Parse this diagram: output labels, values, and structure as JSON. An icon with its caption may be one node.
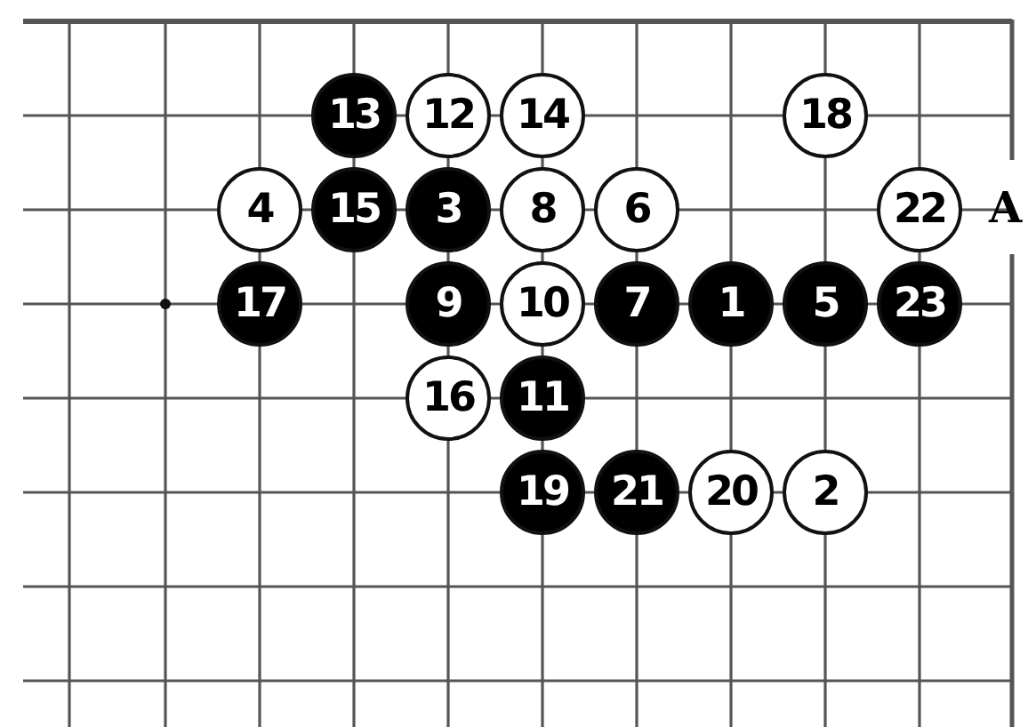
{
  "diagram": {
    "nodes": [
      {
        "text": [
          "13"
        ]
      },
      {
        "text": [
          "12"
        ]
      },
      {
        "text": [
          "14"
        ]
      },
      {
        "text": [
          "18"
        ]
      },
      {
        "text": [
          "4"
        ]
      },
      {
        "text": [
          "15"
        ]
      },
      {
        "text": [
          "3"
        ]
      },
      {
        "text": [
          "8"
        ]
      },
      {
        "text": [
          "6"
        ]
      },
      {
        "text": [
          "22"
        ]
      },
      {
        "text": [
          "17"
        ]
      },
      {
        "text": [
          "9"
        ]
      },
      {
        "text": [
          "10"
        ]
      },
      {
        "text": [
          "7"
        ]
      },
      {
        "text": [
          "1"
        ]
      },
      {
        "text": [
          "5"
        ]
      },
      {
        "text": [
          "23"
        ]
      },
      {
        "text": [
          "16"
        ]
      },
      {
        "text": [
          "11"
        ]
      },
      {
        "text": [
          "19"
        ]
      },
      {
        "text": [
          "21"
        ]
      },
      {
        "text": [
          "20"
        ]
      },
      {
        "text": [
          "2"
        ]
      }
    ],
    "labels": [
      "A"
    ]
  }
}
